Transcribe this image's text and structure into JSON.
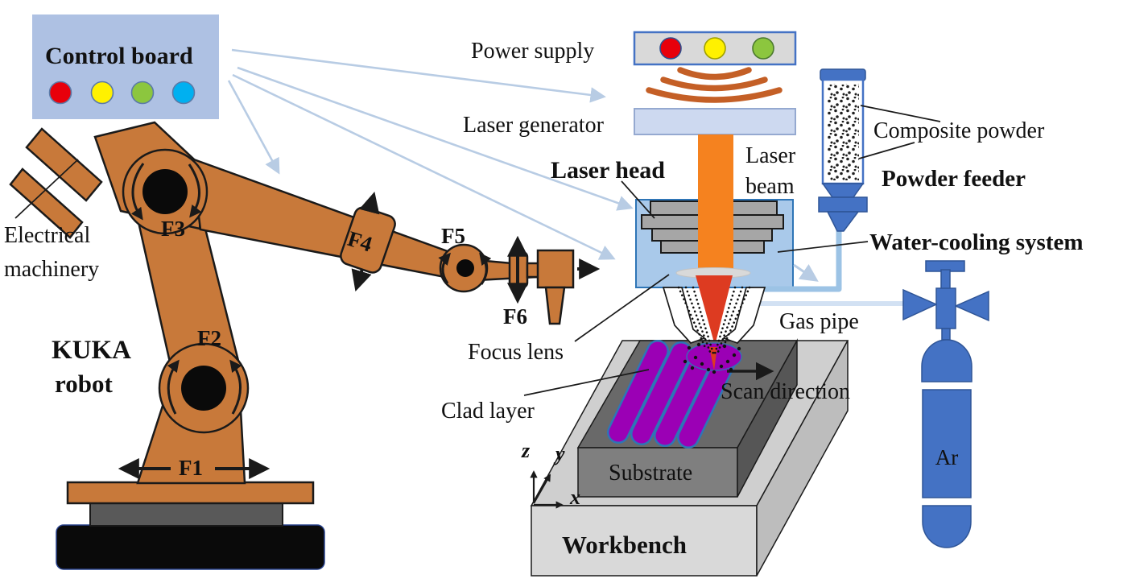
{
  "labels": {
    "control_board": "Control board",
    "electrical_machinery_1": "Electrical",
    "electrical_machinery_2": "machinery",
    "kuka_1": "KUKA",
    "kuka_2": "robot",
    "f1": "F1",
    "f2": "F2",
    "f3": "F3",
    "f4": "F4",
    "f5": "F5",
    "f6": "F6",
    "power_supply": "Power supply",
    "laser_generator": "Laser generator",
    "laser_head": "Laser head",
    "laser_beam_1": "Laser",
    "laser_beam_2": "beam",
    "focus_lens": "Focus lens",
    "clad_layer": "Clad layer",
    "gas_pipe": "Gas pipe",
    "scan_direction": "Scan direction",
    "substrate": "Substrate",
    "workbench": "Workbench",
    "composite_powder": "Composite powder",
    "powder_feeder": "Powder feeder",
    "water_cooling_system": "Water-cooling system",
    "argon": "Ar",
    "axis_x": "x",
    "axis_y": "y",
    "axis_z": "z"
  },
  "colors": {
    "robot_orange": "#c8793a",
    "outline_black": "#1a1a1a",
    "control_board_bg": "#aec1e3",
    "button_red": "#e8000b",
    "button_yellow": "#fff100",
    "button_green": "#8cc63e",
    "button_blue": "#00b0f0",
    "panel_gray": "#d9d9d9",
    "accent_blue": "#4472c4",
    "accent_blue_dark": "#2f5597",
    "pointer_arrow_blue": "#b8cce4",
    "pipe_blue": "#9cc3e5",
    "gas_pipe_blue": "#d2e1f3",
    "laser_beam_orange": "#f5821f",
    "laser_cone_red": "#dd3b21",
    "wave_orange": "#c45f26",
    "laser_head_box": "#a9c9ea",
    "laser_head_border": "#2e75b6",
    "plate_gray": "#a6a6a6",
    "clad_purple": "#9b00b5",
    "clad_outline": "#2e75b6",
    "substrate_front": "#7f7f7f",
    "substrate_top": "#696969",
    "substrate_side": "#565656",
    "workbench_front": "#d9d9d9",
    "workbench_top": "#cfcfcf",
    "workbench_side": "#bdbdbd"
  }
}
